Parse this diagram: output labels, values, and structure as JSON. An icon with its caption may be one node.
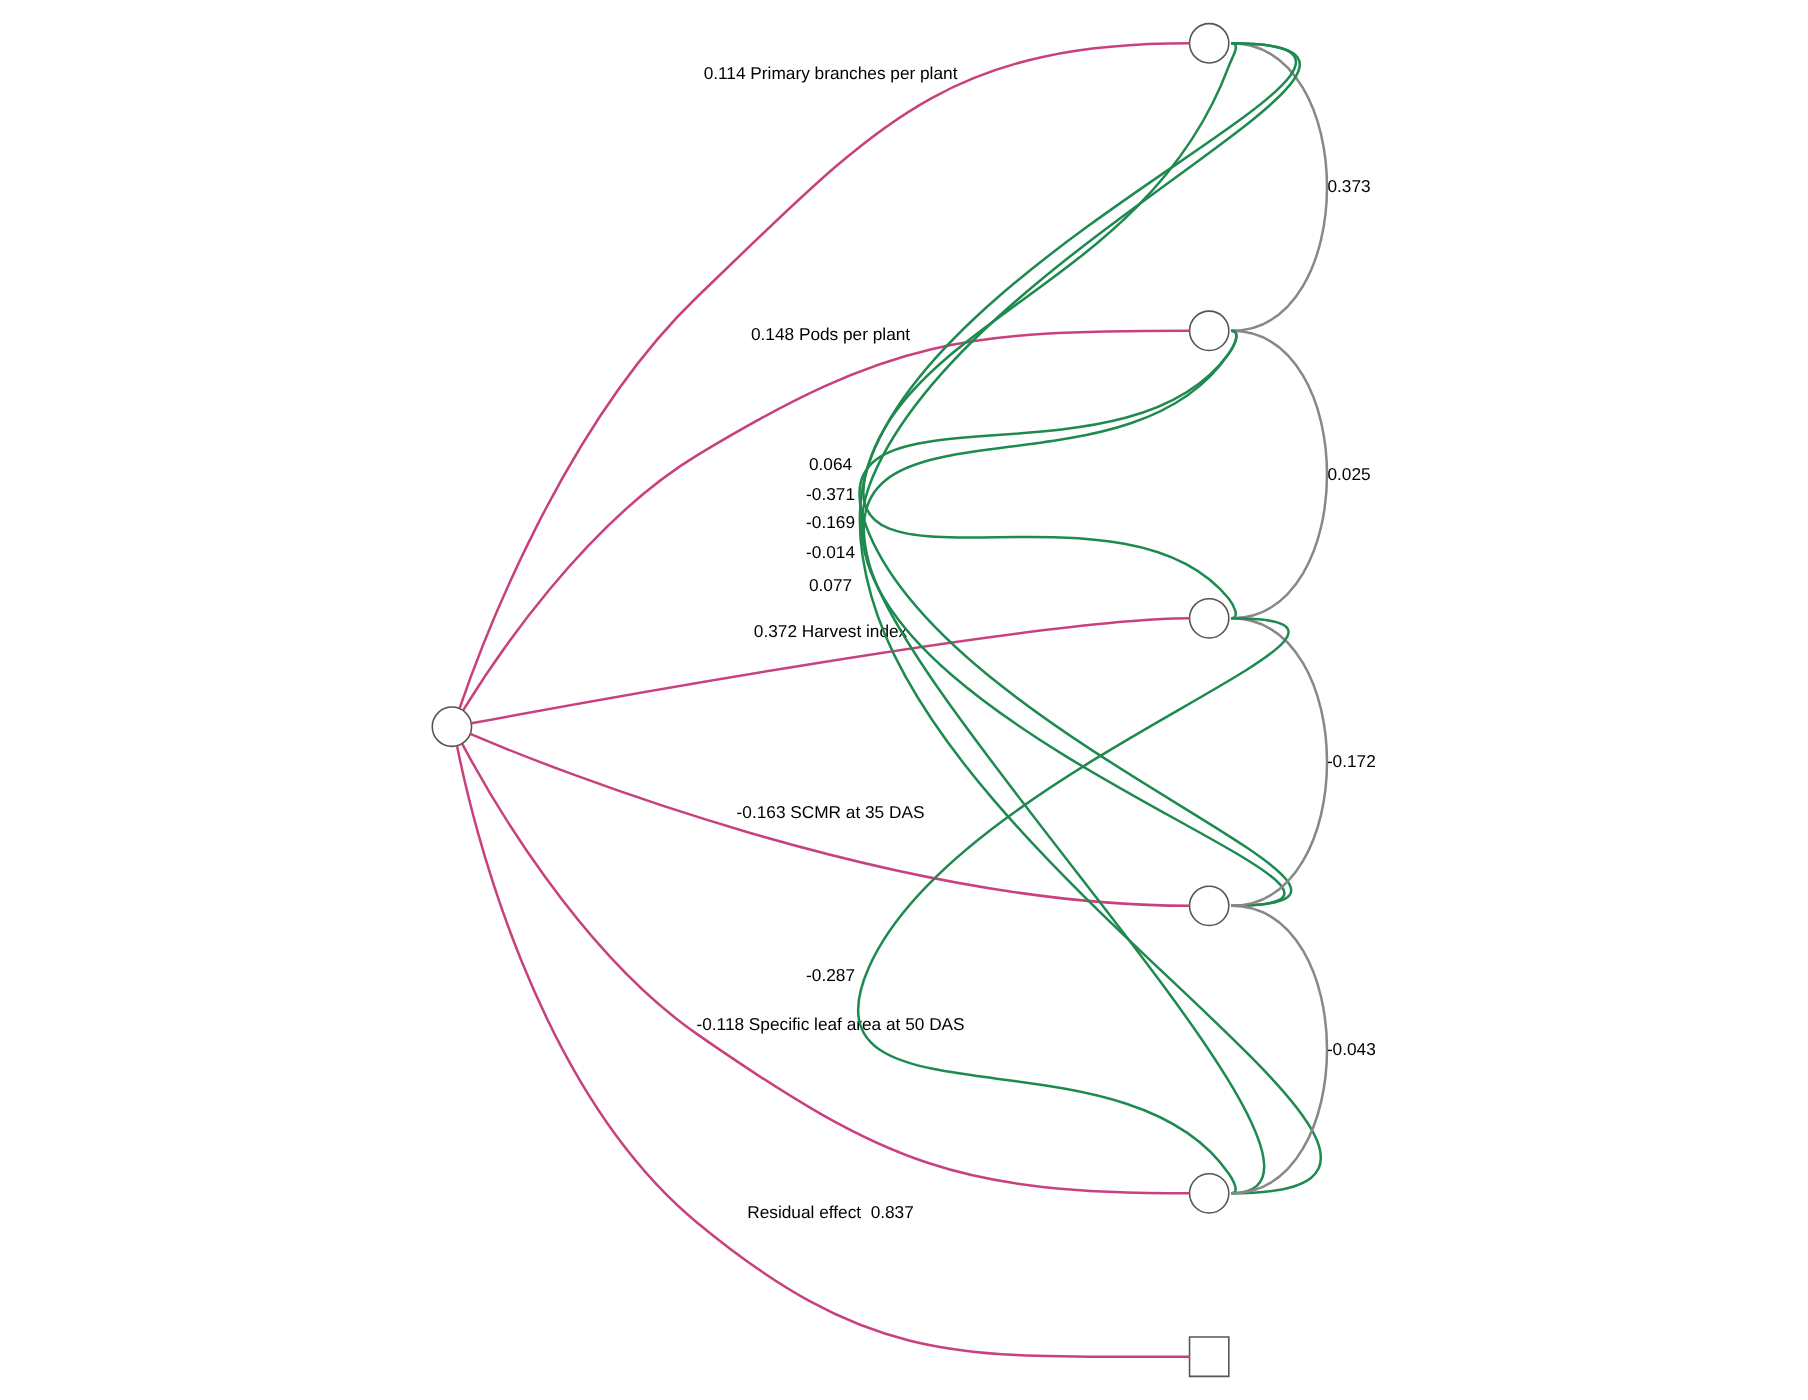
{
  "diagram": {
    "nodes": [
      {
        "text": [],
        "shape": "circle"
      },
      {
        "text": [],
        "shape": "circle"
      },
      {
        "text": [],
        "shape": "circle"
      },
      {
        "text": [],
        "shape": "circle"
      },
      {
        "text": [],
        "shape": "circle"
      },
      {
        "text": [],
        "shape": "circle"
      },
      {
        "text": [],
        "shape": "box"
      }
    ],
    "edges": [
      {
        "from": 0,
        "to": 1,
        "arrow": "none",
        "label": "0.114 Primary branches per plant",
        "color": "#c8417f"
      },
      {
        "from": 0,
        "to": 2,
        "arrow": "none",
        "label": "0.148 Pods per plant",
        "color": "#c8417f"
      },
      {
        "from": 0,
        "to": 3,
        "arrow": "none",
        "label": "0.372 Harvest index",
        "color": "#c8417f"
      },
      {
        "from": 0,
        "to": 4,
        "arrow": "none",
        "label": "-0.163 SCMR at 35 DAS",
        "color": "#c8417f"
      },
      {
        "from": 0,
        "to": 5,
        "arrow": "none",
        "label": "-0.118 Specific leaf area at 50 DAS",
        "color": "#c8417f"
      },
      {
        "from": 0,
        "to": 6,
        "arrow": "none",
        "label": "Residual effect  0.837",
        "color": "#c8417f"
      },
      {
        "from": 1,
        "to": 2,
        "arrow": "none",
        "label": "0.373",
        "color": "#888888"
      },
      {
        "from": 2,
        "to": 3,
        "arrow": "none",
        "label": "0.025",
        "color": "#888888"
      },
      {
        "from": 3,
        "to": 4,
        "arrow": "none",
        "label": "-0.172",
        "color": "#888888"
      },
      {
        "from": 4,
        "to": 5,
        "arrow": "none",
        "label": "-0.043",
        "color": "#888888"
      },
      {
        "from": 1,
        "to": 3,
        "arrow": "none",
        "label": "0.064",
        "color": "#1e8a50"
      },
      {
        "from": 2,
        "to": 4,
        "arrow": "none",
        "label": "-0.169",
        "color": "#1e8a50"
      },
      {
        "from": 3,
        "to": 5,
        "arrow": "none",
        "label": "-0.287",
        "color": "#1e8a50"
      },
      {
        "from": 1,
        "to": 4,
        "arrow": "none",
        "label": "-0.371",
        "color": "#1e8a50"
      },
      {
        "from": 2,
        "to": 5,
        "arrow": "none",
        "label": "-0.014",
        "color": "#1e8a50"
      },
      {
        "from": 1,
        "to": 5,
        "arrow": "none",
        "label": "0.077",
        "color": "#1e8a50"
      }
    ]
  }
}
